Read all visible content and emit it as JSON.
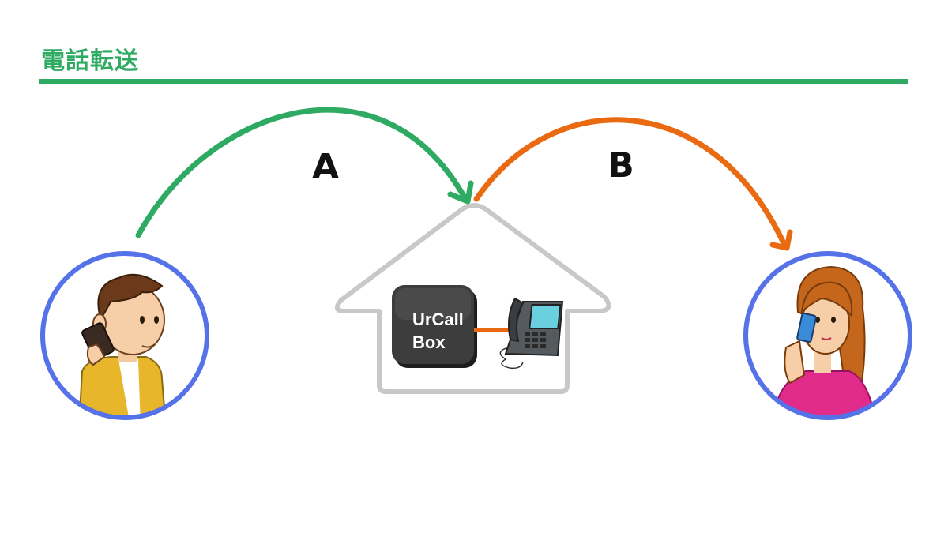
{
  "title": "電話転送",
  "arcs": {
    "a_label": "A",
    "b_label": "B"
  },
  "device": {
    "line1": "UrCall",
    "line2": "Box"
  },
  "colors": {
    "title": "#2eaa62",
    "arc_a": "#2eaa62",
    "arc_b": "#ea6a12",
    "circle_border": "#5572e8",
    "house_outline": "#c8c8c8",
    "box_fill": "#3d3d3d",
    "connector": "#ea6a12"
  },
  "icons": [
    "caller-man-icon",
    "house-icon",
    "urcall-box-icon",
    "desk-phone-icon",
    "receiver-woman-icon"
  ]
}
